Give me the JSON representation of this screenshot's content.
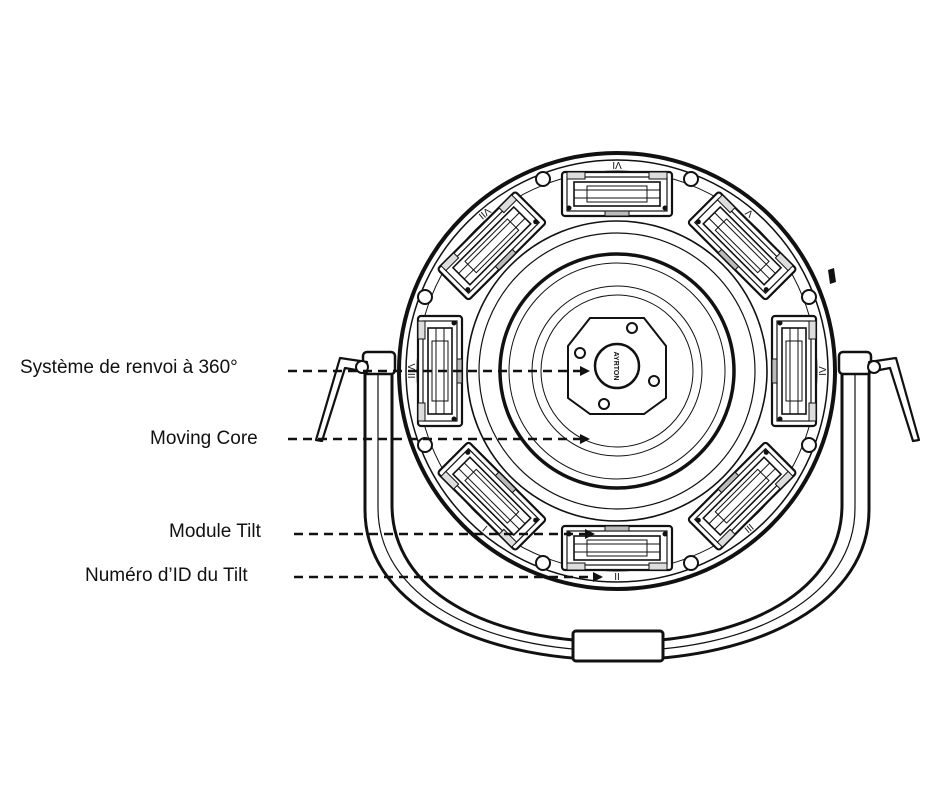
{
  "callouts": [
    {
      "id": "renvoi",
      "text": "Système de renvoi à 360°"
    },
    {
      "id": "core",
      "text": "Moving Core"
    },
    {
      "id": "module",
      "text": "Module Tilt"
    },
    {
      "id": "tilt-id",
      "text": "Numéro d’ID du Tilt"
    }
  ],
  "roman_numerals": [
    "I",
    "II",
    "III",
    "IV",
    "V",
    "VI",
    "VII",
    "VIII"
  ],
  "logo_text": [
    "AYRTON"
  ]
}
